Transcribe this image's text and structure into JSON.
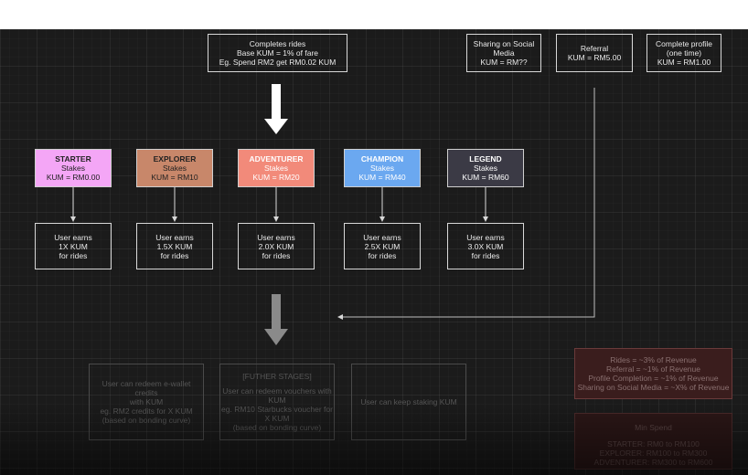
{
  "rides_box": [
    "Completes rides",
    "Base KUM = 1% of fare",
    "Eg. Spend RM2 get RM0.02 KUM"
  ],
  "social_box": [
    "Sharing on Social",
    "Media",
    "KUM = RM??"
  ],
  "referral_box": [
    "Referral",
    "KUM = RM5.00"
  ],
  "profile_box": [
    "Complete profile",
    "(one time)",
    "KUM = RM1.00"
  ],
  "tiers": [
    {
      "name": "STARTER",
      "stakes": "Stakes",
      "kum": "KUM = RM0.00",
      "color": "#f4a6f6"
    },
    {
      "name": "EXPLORER",
      "stakes": "Stakes",
      "kum": "KUM = RM10",
      "color": "#c8876a"
    },
    {
      "name": "ADVENTURER",
      "stakes": "Stakes",
      "kum": "KUM = RM20",
      "color": "#f28a7a"
    },
    {
      "name": "CHAMPION",
      "stakes": "Stakes",
      "kum": "KUM = RM40",
      "color": "#6ba8f0"
    },
    {
      "name": "LEGEND",
      "stakes": "Stakes",
      "kum": "KUM = RM60",
      "color": "#3b3a45"
    }
  ],
  "earns": [
    [
      "User earns",
      "1X KUM",
      "for rides"
    ],
    [
      "User earns",
      "1.5X KUM",
      "for rides"
    ],
    [
      "User earns",
      "2.0X KUM",
      "for rides"
    ],
    [
      "User earns",
      "2.5X KUM",
      "for rides"
    ],
    [
      "User earns",
      "3.0X KUM",
      "for rides"
    ]
  ],
  "redeem_ewallet": [
    "User can redeem e-wallet credits",
    "with KUM",
    "eg. RM2 credits for X KUM",
    "(based on bonding curve)"
  ],
  "further_stages": {
    "heading": "[FUTHER STAGES]",
    "lines": [
      "User can redeem vouchers with",
      "KUM",
      "eg. RM10 Starbucks voucher for",
      "X KUM",
      "(based on bonding curve)"
    ]
  },
  "keep_staking": "User can keep staking KUM",
  "revenue_box": [
    "Rides = ~3% of Revenue",
    "Referral = ~1% of Revenue",
    "Profile Completion = ~1% of Revenue",
    "Sharing on Social Media = ~X% of Revenue"
  ],
  "min_spend_box": {
    "title": "Min Spend",
    "lines": [
      "STARTER: RM0 to RM100",
      "EXPLORER: RM100 to RM300",
      "ADVENTURER: RM300 to RM600"
    ]
  }
}
